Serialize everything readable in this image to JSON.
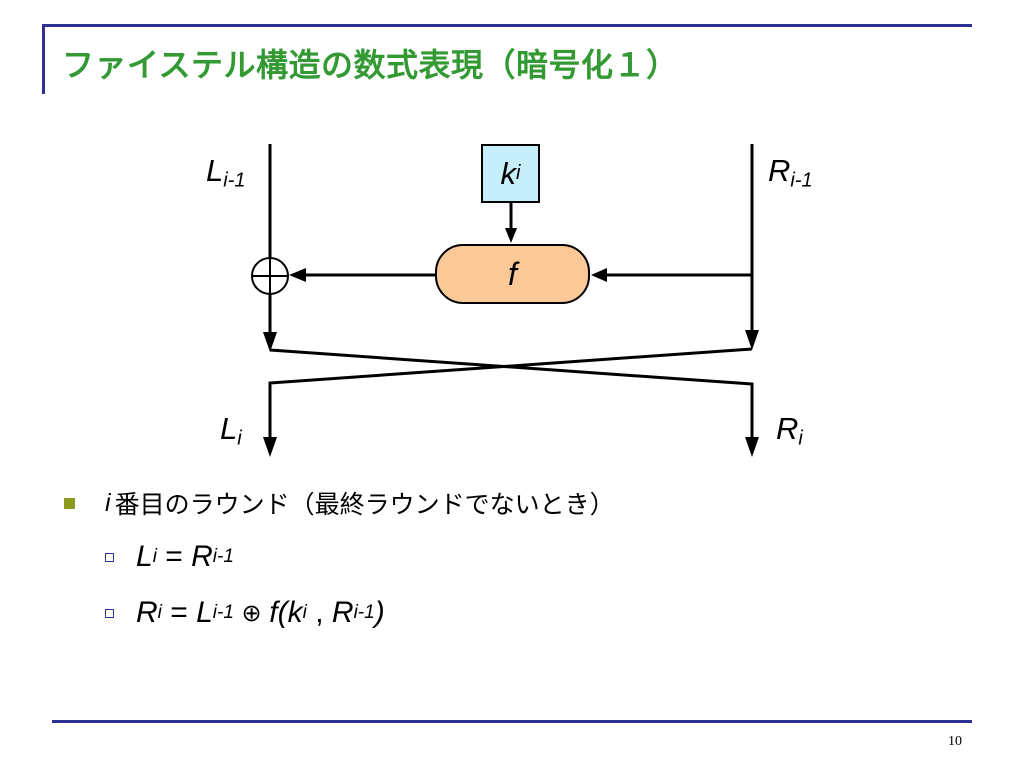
{
  "slide": {
    "title": "ファイステル構造の数式表現（暗号化１）",
    "page_number": "10"
  },
  "diagram": {
    "left_in": {
      "base": "L",
      "sub": "i-1"
    },
    "right_in": {
      "base": "R",
      "sub": "i-1"
    },
    "key": {
      "base": "k",
      "sub": "i"
    },
    "func": "f",
    "xor_symbol": "⊕",
    "left_out": {
      "base": "L",
      "sub": "i"
    },
    "right_out": {
      "base": "R",
      "sub": "i"
    },
    "colors": {
      "key_box": "#c6eefb",
      "f_box": "#fbc898",
      "title": "#339933",
      "rule": "#2e3192",
      "bullet": "#8c9a1f"
    }
  },
  "bullets": {
    "round_label_var": "i",
    "round_label_text": "番目のラウンド（最終ラウンドでないとき）",
    "eq1": {
      "lhs": "L",
      "lhs_sub": "i",
      "op": " = ",
      "rhs": "R",
      "rhs_sub": "i-1"
    },
    "eq2": {
      "lhs": "R",
      "lhs_sub": "i",
      "op": " = ",
      "t1": "L",
      "t1_sub": "i-1",
      "xor": " ⊕ ",
      "fn": "f",
      "open": "(",
      "k": "k",
      "k_sub": "i",
      "comma": " , ",
      "r": "R",
      "r_sub": "i-1",
      "close": ")"
    }
  }
}
